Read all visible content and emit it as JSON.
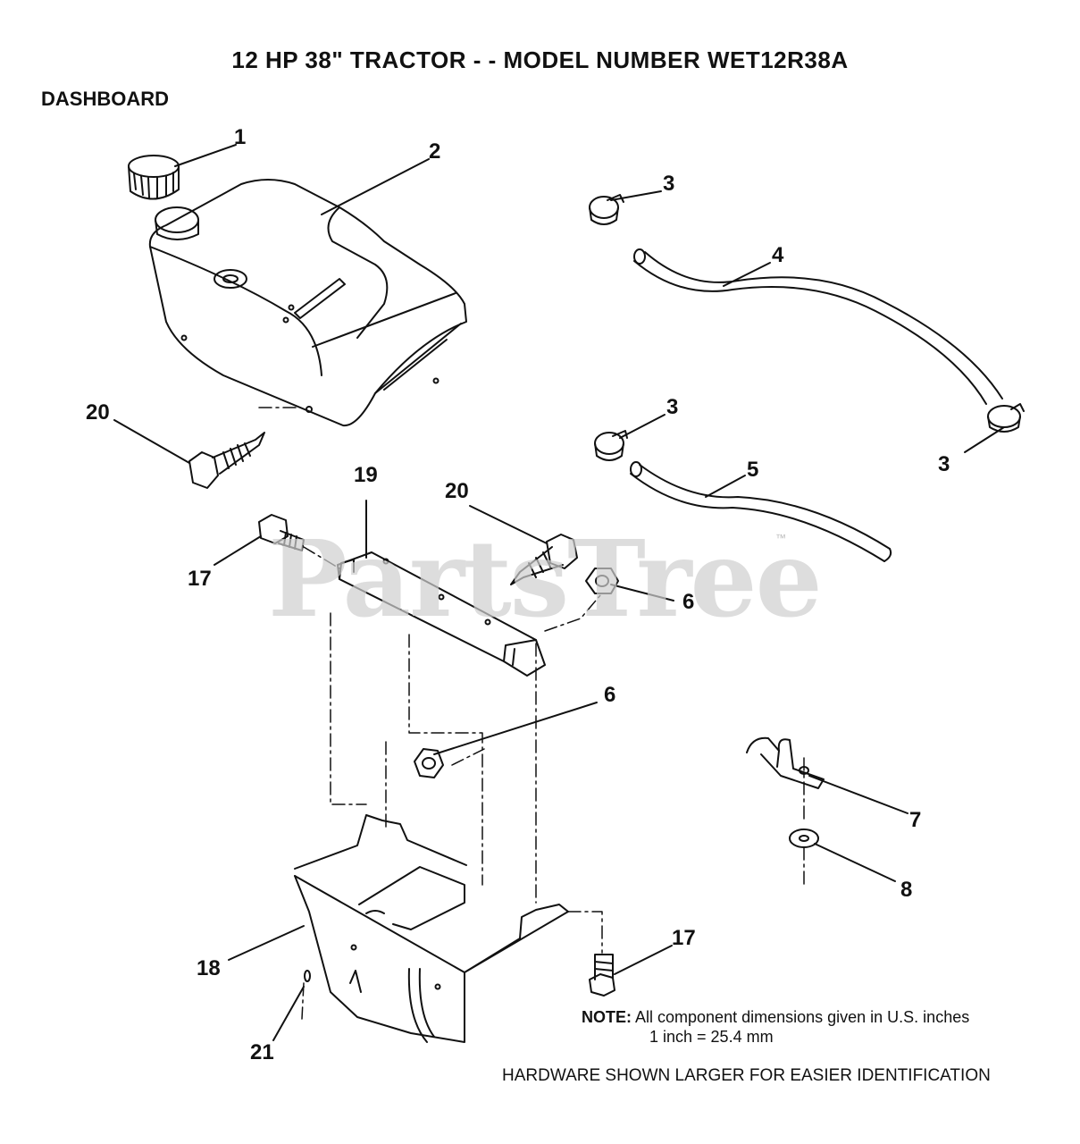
{
  "title": "12 HP 38\" TRACTOR - - MODEL NUMBER WET12R38A",
  "section": "DASHBOARD",
  "watermark": "PartsTree",
  "watermark_tm": "™",
  "note": {
    "label": "NOTE:",
    "line1": "All component dimensions given in U.S. inches",
    "line2": "1 inch = 25.4 mm"
  },
  "hardware_note": "HARDWARE SHOWN LARGER FOR EASIER IDENTIFICATION",
  "callouts": {
    "c1": "1",
    "c2": "2",
    "c3a": "3",
    "c3b": "3",
    "c3c": "3",
    "c4": "4",
    "c5": "5",
    "c6a": "6",
    "c6b": "6",
    "c7": "7",
    "c8": "8",
    "c17a": "17",
    "c17b": "17",
    "c18": "18",
    "c19": "19",
    "c20a": "20",
    "c20b": "20",
    "c21": "21"
  }
}
